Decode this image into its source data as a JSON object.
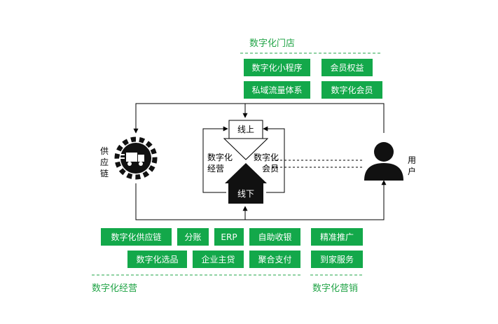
{
  "colors": {
    "accent_green": "#22a447",
    "box_green": "#13a84a",
    "line": "#000000"
  },
  "top_group": {
    "title": "数字化门店",
    "boxes": [
      "数字化小程序",
      "会员权益",
      "私域流量体系",
      "数字化会员"
    ]
  },
  "left_node": {
    "icon": "gear-truck-icon",
    "label_lines": [
      "供",
      "应",
      "链"
    ]
  },
  "right_node": {
    "icon": "user-icon",
    "label_lines": [
      "用",
      "户"
    ]
  },
  "center": {
    "online_label": "线上",
    "offline_label": "线下",
    "left_text": [
      "数字化",
      "经营"
    ],
    "right_text": [
      "数字化",
      "会员"
    ]
  },
  "bottom_left_group": {
    "title": "数字化经营",
    "boxes": [
      "数字化供应链",
      "分账",
      "ERP",
      "自助收银",
      "数字化选品",
      "企业主贷",
      "聚合支付"
    ]
  },
  "bottom_right_group": {
    "title": "数字化营销",
    "boxes": [
      "精准推广",
      "到家服务"
    ]
  }
}
